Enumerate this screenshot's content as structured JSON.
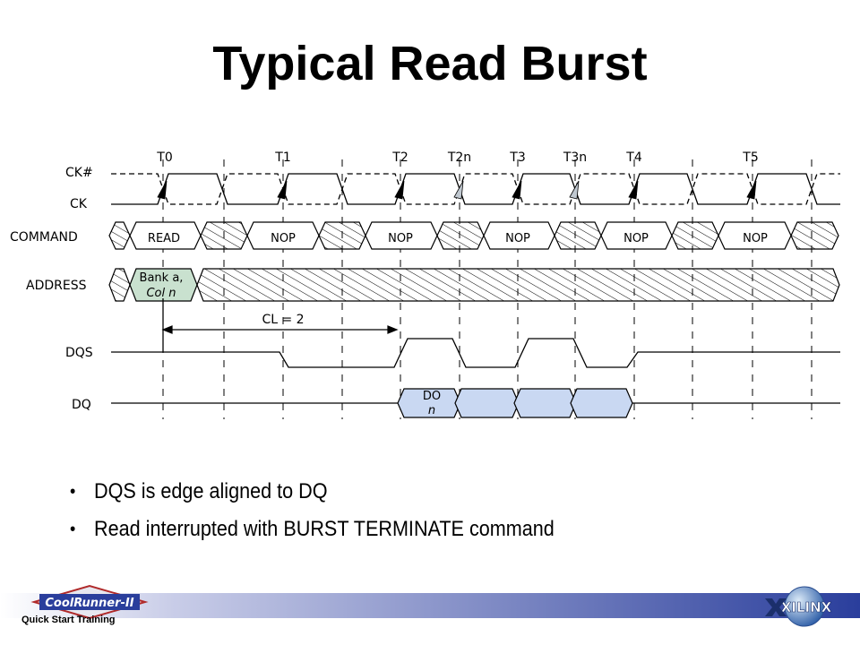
{
  "title": "Typical Read Burst",
  "signals": {
    "ckn": "CK#",
    "ck": "CK",
    "command": "COMMAND",
    "address": "ADDRESS",
    "dqs": "DQS",
    "dq": "DQ"
  },
  "time_labels": [
    "T0",
    "T1",
    "T2",
    "T2n",
    "T3",
    "T3n",
    "T4",
    "T5"
  ],
  "commands": [
    "READ",
    "NOP",
    "NOP",
    "NOP",
    "NOP",
    "NOP"
  ],
  "address_label_line1": "Bank a,",
  "address_label_line2": "Col n",
  "cl_label": "CL = 2",
  "dq_label_line1": "DO",
  "dq_label_line2": "n",
  "bullets": [
    "DQS is edge aligned to DQ",
    "Read interrupted with BURST TERMINATE command"
  ],
  "footer": {
    "logo_text": "CoolRunner-II",
    "training_text": "Quick Start Training",
    "brand": "XILINX"
  },
  "colors": {
    "bus_fill": "#c9e1cf",
    "dq_fill": "#c9d8f2",
    "footer_blue": "#2a3e9c"
  }
}
